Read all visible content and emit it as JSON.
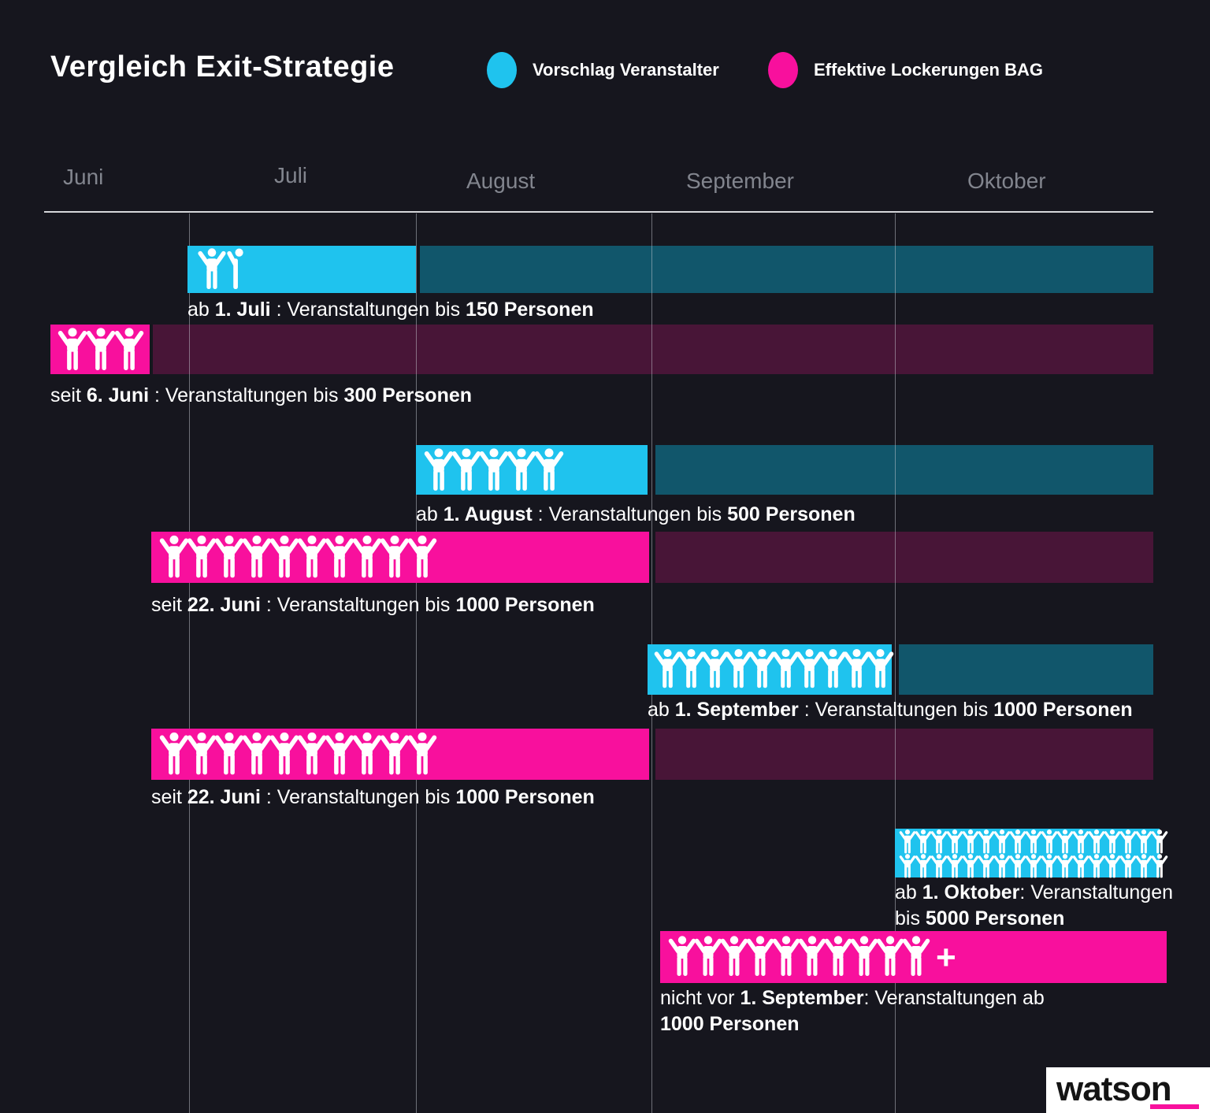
{
  "title": "Vergleich Exit-Strategie",
  "legend": [
    {
      "label": "Vorschlag Veranstalter",
      "color": "#1FC3EE"
    },
    {
      "label": "Effektive Lockerungen BAG",
      "color": "#F8109D"
    }
  ],
  "colors": {
    "background": "#16161E",
    "cyan_bright": "#1FC3EE",
    "cyan_dark": "#11566B",
    "pink_bright": "#F8109D",
    "pink_dark": "#481537",
    "gridline": "#C6C9D2",
    "axis_line": "#D6D7DB",
    "month_label": "#82858E",
    "text": "#FFFFFF",
    "logo_underline": "#F8109D"
  },
  "footer": {
    "logo_text": "watson"
  },
  "chart_data": {
    "type": "bar",
    "variant": "horizontal-timeline-gantt",
    "title": "Vergleich Exit-Strategie",
    "months": [
      "Juni",
      "Juli",
      "August",
      "September",
      "Oktober"
    ],
    "legend_entries": [
      "Vorschlag Veranstalter",
      "Effektive Lockerungen BAG"
    ],
    "icon_unit_persons_per_icon": 100,
    "rows": [
      {
        "series": "Vorschlag Veranstalter",
        "color": "cyan",
        "date": "1. Juli",
        "persons": 150,
        "icon": "person-icon",
        "icon_count": 1.5,
        "bright_span": [
          "1. Juli",
          "1. August"
        ],
        "dark_span": [
          "1. August",
          "Ende"
        ],
        "label_lines": [
          [
            {
              "t": "ab ",
              "b": false
            },
            {
              "t": "1. Juli",
              "b": true
            },
            {
              "t": " : Veranstaltungen bis ",
              "b": false
            },
            {
              "t": "150 Personen",
              "b": true
            }
          ]
        ]
      },
      {
        "series": "Effektive Lockerungen BAG",
        "color": "pink",
        "date": "6. Juni",
        "persons": 300,
        "icon": "person-icon",
        "icon_count": 3,
        "bright_span": [
          "6. Juni",
          "ca. Mitte Juni"
        ],
        "dark_span": [
          "Mitte Juni",
          "Ende"
        ],
        "label_lines": [
          [
            {
              "t": "seit ",
              "b": false
            },
            {
              "t": "6. Juni",
              "b": true
            },
            {
              "t": " : Veranstaltungen bis ",
              "b": false
            },
            {
              "t": "300 Personen",
              "b": true
            }
          ]
        ]
      },
      {
        "series": "Vorschlag Veranstalter",
        "color": "cyan",
        "date": "1. August",
        "persons": 500,
        "icon": "person-icon",
        "icon_count": 5,
        "bright_span": [
          "1. August",
          "1. September"
        ],
        "dark_span": [
          "1. September",
          "Ende"
        ],
        "label_lines": [
          [
            {
              "t": "ab ",
              "b": false
            },
            {
              "t": "1. August",
              "b": true
            },
            {
              "t": " : Veranstaltungen bis ",
              "b": false
            },
            {
              "t": "500 Personen",
              "b": true
            }
          ]
        ]
      },
      {
        "series": "Effektive Lockerungen BAG",
        "color": "pink",
        "date": "22. Juni",
        "persons": 1000,
        "icon": "person-icon",
        "icon_count": 10,
        "bright_span": [
          "22. Juni",
          "1. September"
        ],
        "dark_span": [
          "1. September",
          "Ende"
        ],
        "label_lines": [
          [
            {
              "t": "seit ",
              "b": false
            },
            {
              "t": "22. Juni",
              "b": true
            },
            {
              "t": " : Veranstaltungen bis ",
              "b": false
            },
            {
              "t": "1000 Personen",
              "b": true
            }
          ]
        ]
      },
      {
        "series": "Vorschlag Veranstalter",
        "color": "cyan",
        "date": "1. September",
        "persons": 1000,
        "icon": "person-icon",
        "icon_count": 10,
        "bright_span": [
          "1. September",
          "1. Oktober"
        ],
        "dark_span": [
          "1. Oktober",
          "Ende"
        ],
        "label_lines": [
          [
            {
              "t": "ab ",
              "b": false
            },
            {
              "t": "1. September",
              "b": true
            },
            {
              "t": " : Veranstaltungen bis ",
              "b": false
            },
            {
              "t": "1000 Personen",
              "b": true
            }
          ]
        ]
      },
      {
        "series": "Effektive Lockerungen BAG",
        "color": "pink",
        "date": "22. Juni",
        "persons": 1000,
        "icon": "person-icon",
        "icon_count": 10,
        "bright_span": [
          "22. Juni",
          "1. September"
        ],
        "dark_span": [
          "1. September",
          "Ende"
        ],
        "label_lines": [
          [
            {
              "t": "seit ",
              "b": false
            },
            {
              "t": "22. Juni",
              "b": true
            },
            {
              "t": " : Veranstaltungen bis ",
              "b": false
            },
            {
              "t": "1000 Personen",
              "b": true
            }
          ]
        ]
      },
      {
        "series": "Vorschlag Veranstalter",
        "color": "cyan",
        "date": "1. Oktober",
        "persons": 5000,
        "icon": "person-icon",
        "icon_count": 34,
        "icon_rows": 2,
        "bright_span": [
          "1. Oktober",
          "Ende"
        ],
        "dark_span": null,
        "label_lines": [
          [
            {
              "t": "ab ",
              "b": false
            },
            {
              "t": "1. Oktober",
              "b": true
            },
            {
              "t": ": Veranstaltungen",
              "b": false
            }
          ],
          [
            {
              "t": "bis ",
              "b": false
            },
            {
              "t": "5000 Personen",
              "b": true
            }
          ]
        ]
      },
      {
        "series": "Effektive Lockerungen BAG",
        "color": "pink",
        "date": "1. September",
        "persons": 1000,
        "persons_open_ended": true,
        "icon": "person-icon",
        "icon_count": 10,
        "plus_suffix": "+",
        "bright_span": [
          "1. September",
          "Ende"
        ],
        "dark_span": null,
        "label_lines": [
          [
            {
              "t": "nicht vor ",
              "b": false
            },
            {
              "t": "1. September",
              "b": true
            },
            {
              "t": ": Veranstaltungen ab",
              "b": false
            }
          ],
          [
            {
              "t": "1000 Personen",
              "b": true
            }
          ]
        ]
      }
    ]
  }
}
